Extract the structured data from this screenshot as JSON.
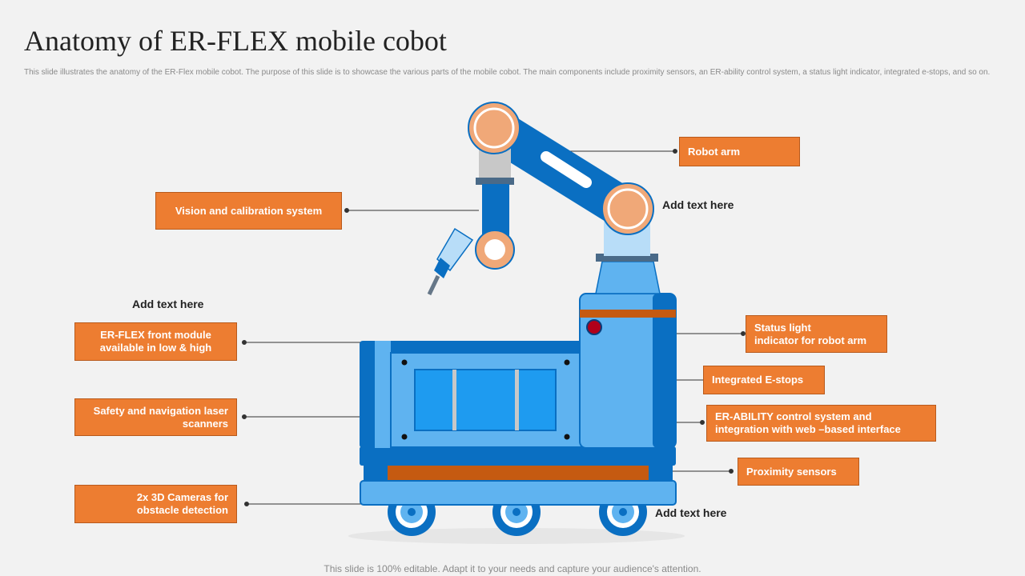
{
  "header": {
    "title": "Anatomy of ER-FLEX mobile cobot",
    "description": "This slide illustrates the anatomy of the ER-Flex mobile cobot. The purpose of this slide is to showcase the various parts of the mobile cobot. The main components include proximity sensors, an ER-ability control system, a status light indicator, integrated e-stops, and so on."
  },
  "labels": {
    "robot_arm": "Robot arm",
    "vision": "Vision and calibration system",
    "front_module": "ER-FLEX  front module\navailable in low & high",
    "safety": "Safety and navigation laser\nscanners",
    "cameras": "2x 3D Cameras for\nobstacle detection",
    "status_light": "Status light\nindicator for robot arm",
    "estops": "Integrated E-stops",
    "er_ability": "ER-ABILITY  control system  and\nintegration with web –based interface",
    "proximity": "Proximity sensors"
  },
  "notes": {
    "arm_note": "Add  text here",
    "left_note": "Add  text here",
    "wheel_note": "Add  text here"
  },
  "footer": {
    "text": "This slide is 100% editable. Adapt it to your needs and capture your audience's attention."
  },
  "colors": {
    "label_fill": "#ed7d31",
    "robot_blue_dark": "#0a6fc2",
    "robot_blue_light": "#5fb3f0",
    "joint_orange": "#f0a878",
    "stripe_orange": "#c55a11"
  }
}
